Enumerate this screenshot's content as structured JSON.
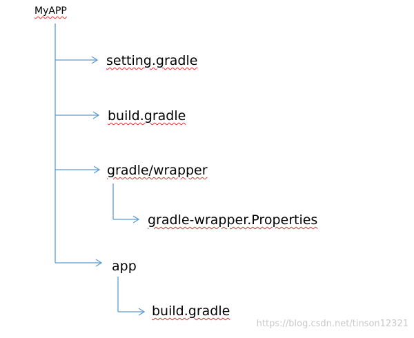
{
  "tree": {
    "root": {
      "label": "MyAPP"
    },
    "children": [
      {
        "id": "setting-gradle",
        "label": "setting.gradle"
      },
      {
        "id": "build-gradle",
        "label": "build.gradle"
      },
      {
        "id": "gradle-wrapper",
        "label": "gradle/wrapper",
        "children": [
          {
            "id": "gradle-wrapper-properties",
            "label": "gradle-wrapper.Properties"
          }
        ]
      },
      {
        "id": "app",
        "label": "app",
        "children": [
          {
            "id": "app-build-gradle",
            "label": "build.gradle"
          }
        ]
      }
    ]
  },
  "watermark": "https://blog.csdn.net/tinson12321",
  "colors": {
    "connector": "#5b9bd5",
    "spellcheck": "#e0302c",
    "watermark": "#c9c9c9"
  }
}
